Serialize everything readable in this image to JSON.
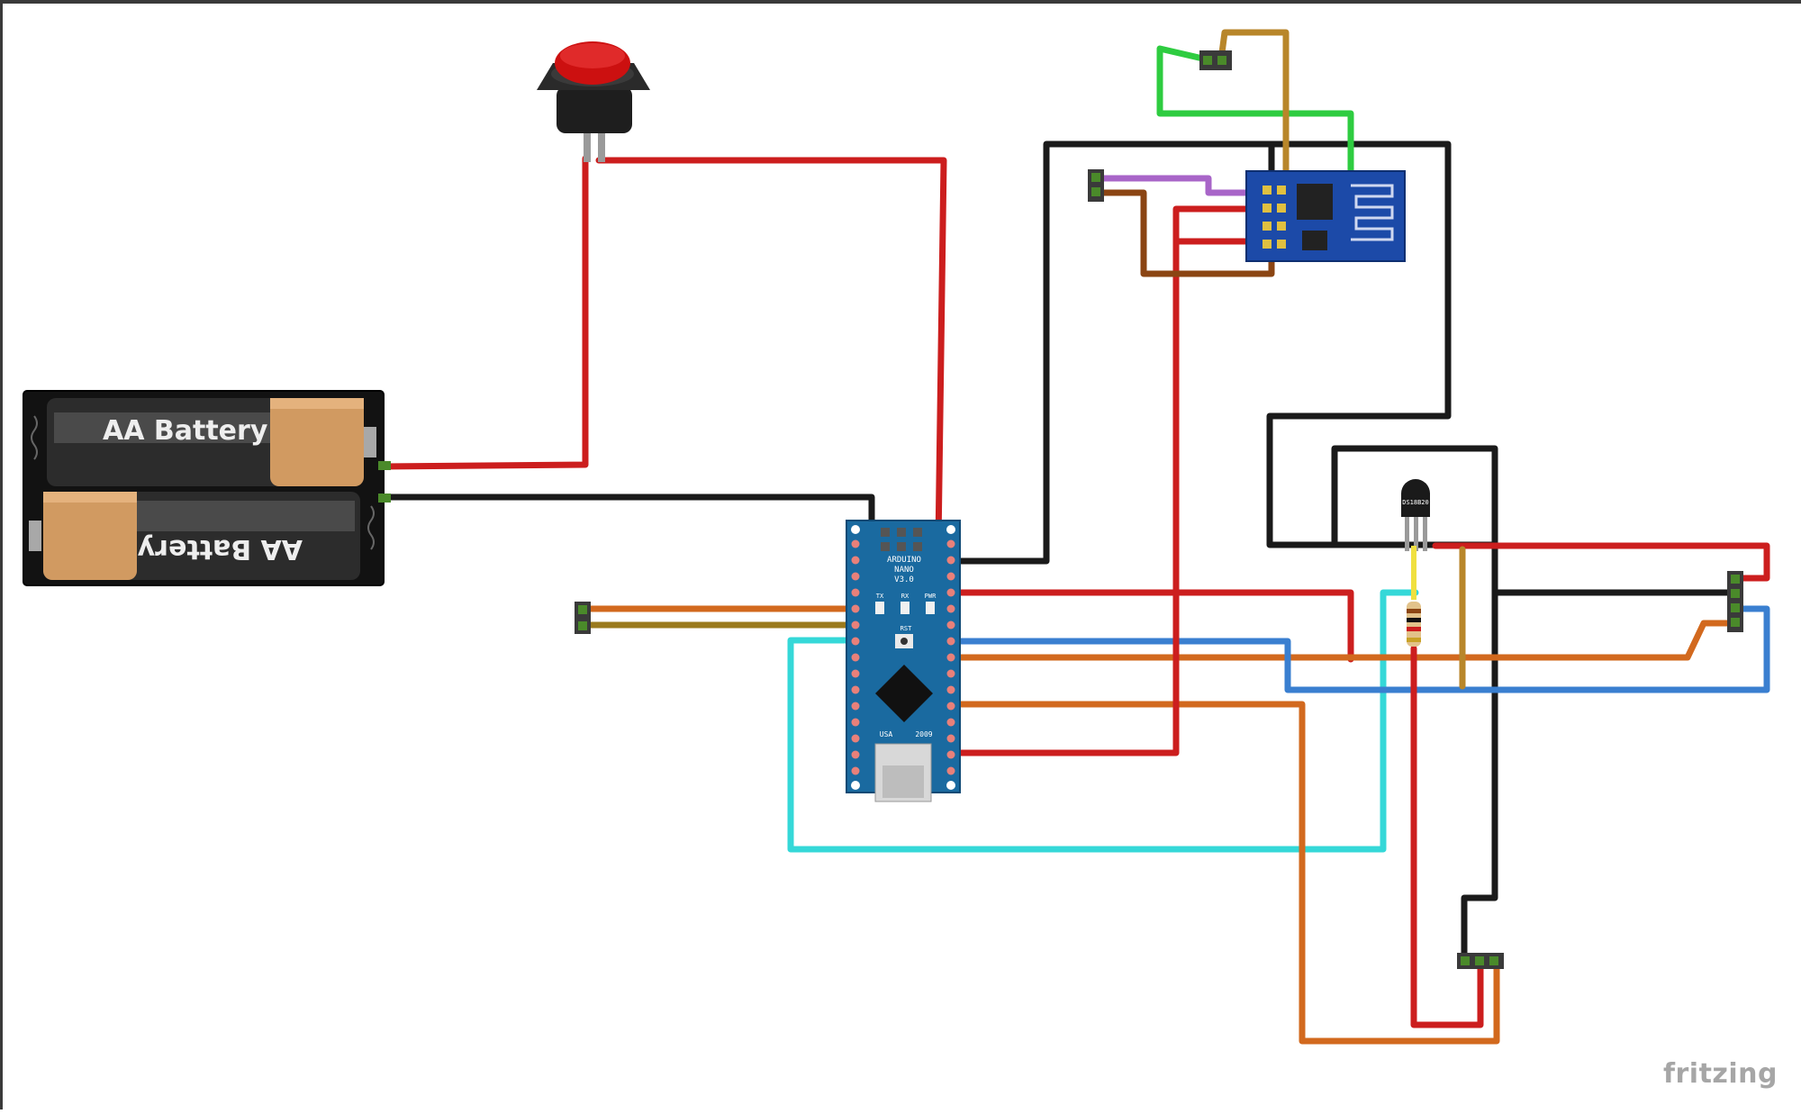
{
  "battery": {
    "label_top": "AA Battery",
    "label_bottom": "AA Battery"
  },
  "arduino": {
    "name": "ARDUINO",
    "model": "NANO",
    "version": "V3.0",
    "led_tx": "TX",
    "led_rx": "RX",
    "led_pwr": "PWR",
    "reset": "RST",
    "country": "USA",
    "year": "2009"
  },
  "sensor": {
    "label": "DS18B20"
  },
  "logo": "fritzing",
  "colors": {
    "red": "#cc1e1e",
    "black": "#1a1a1a",
    "orange": "#d2691e",
    "olive": "#9a7a1e",
    "cyan": "#35d8d8",
    "blue": "#3a7fd0",
    "green": "#2ecc40",
    "purple": "#a865c8",
    "brown": "#8b4513",
    "tan": "#b8862a",
    "board_blue": "#1a6aa0",
    "esp_blue": "#1c4aa8"
  }
}
